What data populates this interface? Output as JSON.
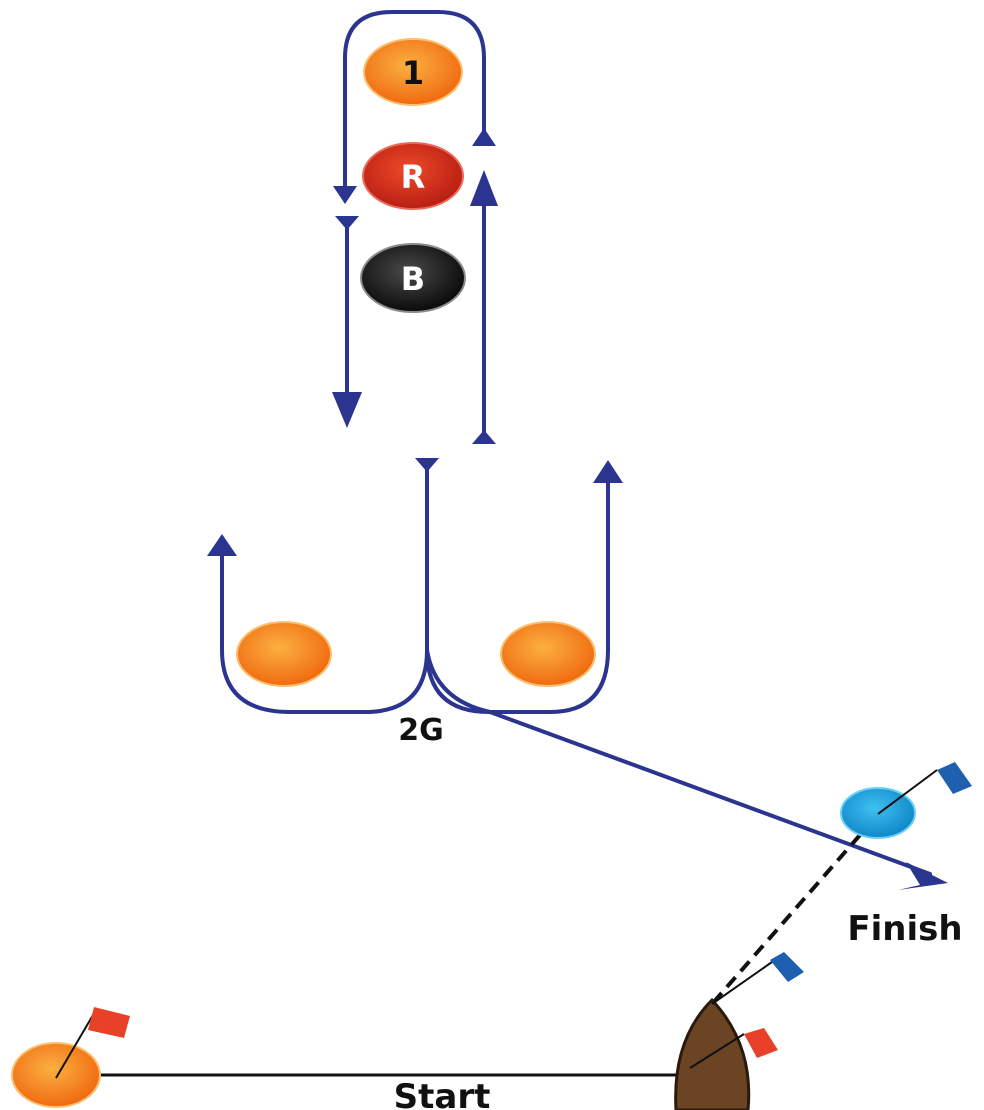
{
  "marks": {
    "mark_1": "1",
    "rounding_r": "R",
    "rounding_b": "B"
  },
  "labels": {
    "gate": "2G",
    "finish": "Finish",
    "start": "Start"
  },
  "colors": {
    "route_line": "#2b3590",
    "mark_orange": "#f7941d",
    "mark_red": "#d62b1f",
    "mark_black": "#1a1a1a",
    "finish_mark_blue": "#1ba1e2",
    "committee_boat_brown": "#6b4423",
    "flag_red": "#e8412a",
    "flag_blue": "#1f5fb0"
  },
  "icons": {
    "flags": "flag-icon",
    "committee_boat": "boat-icon"
  }
}
